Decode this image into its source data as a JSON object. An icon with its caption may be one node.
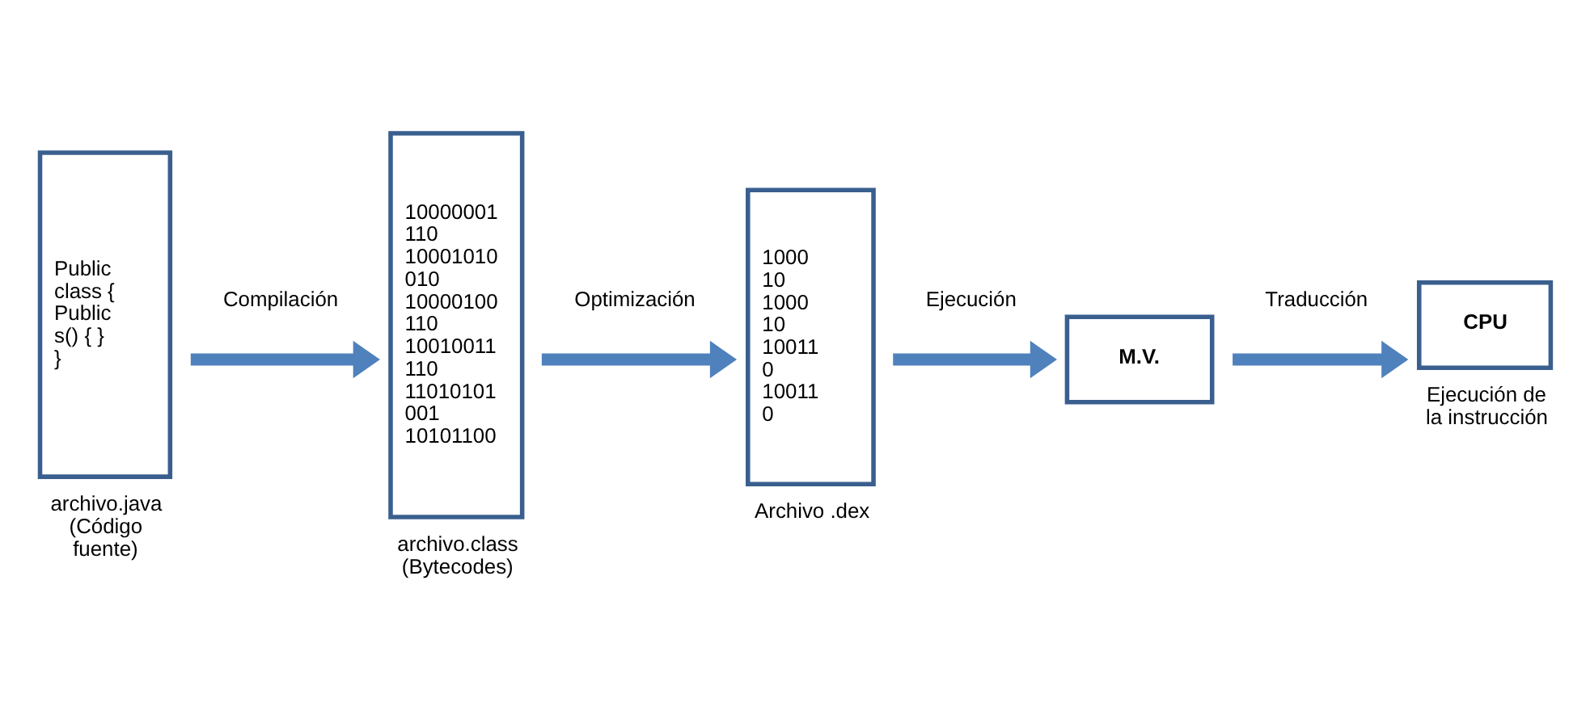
{
  "diagram": {
    "nodes": [
      {
        "text": [
          "Public class { Public s() { } }"
        ],
        "beside": [
          "archivo.java (Código fuente)"
        ]
      },
      {
        "text": [
          "10000001 110 10001010 010 10000100 110 10010011 110 11010101 001 10101100"
        ],
        "beside": [
          "archivo.class (Bytecodes)"
        ]
      },
      {
        "text": [
          "1000 10 1000 10 10011 0 10011 0"
        ],
        "beside": [
          "Archivo .dex"
        ]
      },
      {
        "text": [
          "M.V."
        ]
      },
      {
        "text": [
          "CPU"
        ],
        "beside": [
          "Ejecución de la instrucción"
        ]
      }
    ],
    "edges": [
      {
        "from": 0,
        "to": 1,
        "arrow": "to",
        "label": "Compilación"
      },
      {
        "from": 1,
        "to": 2,
        "arrow": "to",
        "label": "Optimización"
      },
      {
        "from": 2,
        "to": 3,
        "arrow": "to",
        "label": "Ejecución"
      },
      {
        "from": 3,
        "to": 4,
        "arrow": "to",
        "label": "Traducción"
      }
    ]
  }
}
